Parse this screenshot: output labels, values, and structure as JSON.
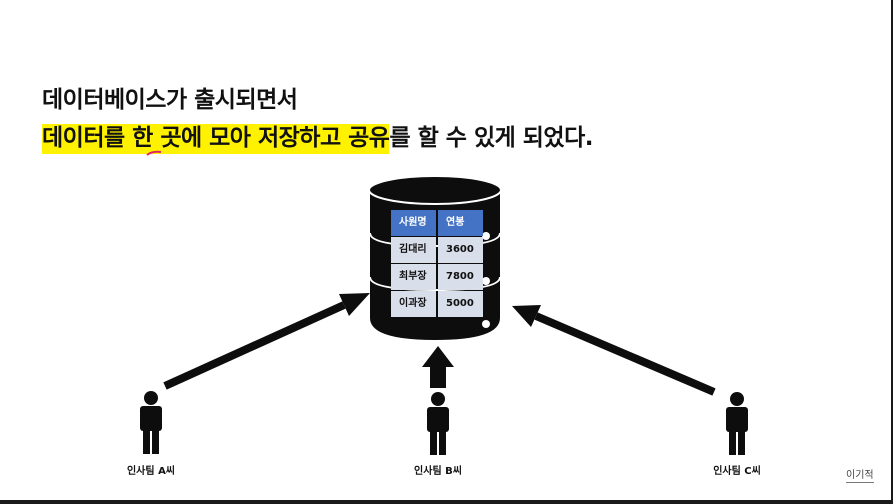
{
  "headline": {
    "line1": "데이터베이스가 출시되면서",
    "line2_highlight": "데이터를 한 곳에 모아 저장하고 공유",
    "line2_rest": "를 할 수 있게 되었다."
  },
  "table": {
    "headers": [
      "사원명",
      "연봉"
    ],
    "rows": [
      [
        "김대리",
        "3600"
      ],
      [
        "최부장",
        "7800"
      ],
      [
        "이과장",
        "5000"
      ]
    ]
  },
  "users": [
    {
      "label": "인사팀 A씨"
    },
    {
      "label": "인사팀 B씨"
    },
    {
      "label": "인사팀 C씨"
    }
  ],
  "watermark": "이기적",
  "colors": {
    "highlight": "#fff200",
    "table_header": "#4472c4",
    "table_row": "#d9deeb",
    "drum": "#0d0d0d"
  }
}
